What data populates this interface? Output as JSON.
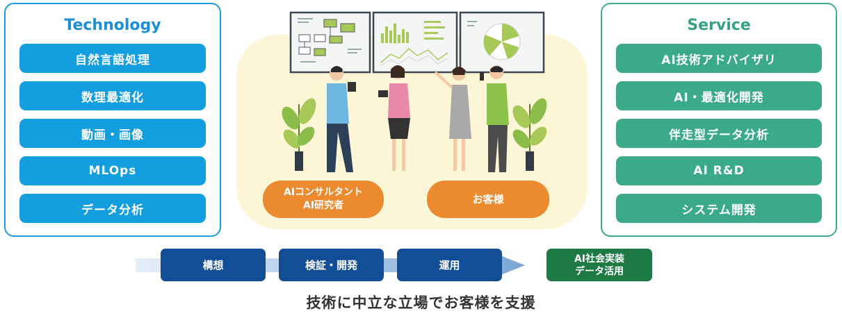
{
  "technology": {
    "title": "Technology",
    "items": [
      "自然言語処理",
      "数理最適化",
      "動画・画像",
      "MLOps",
      "データ分析"
    ]
  },
  "service": {
    "title": "Service",
    "items": [
      "AI技術アドバイザリ",
      "AI・最適化開発",
      "伴走型データ分析",
      "AI R&D",
      "システム開発"
    ]
  },
  "center": {
    "consultant_line1": "AIコンサルタント",
    "consultant_line2": "AI研究者",
    "customer": "お客様"
  },
  "flow": {
    "steps": [
      "構想",
      "検証・開発",
      "運用"
    ],
    "final_line1": "AI社会実装",
    "final_line2": "データ活用"
  },
  "caption": "技術に中立な立場でお客様を支援",
  "colors": {
    "tech_blue": "#139ee0",
    "service_green": "#3aaa8a",
    "orange": "#ec8a30",
    "step_navy": "#124e96",
    "final_green": "#1d7a44",
    "center_cream": "#fdf6d6"
  }
}
